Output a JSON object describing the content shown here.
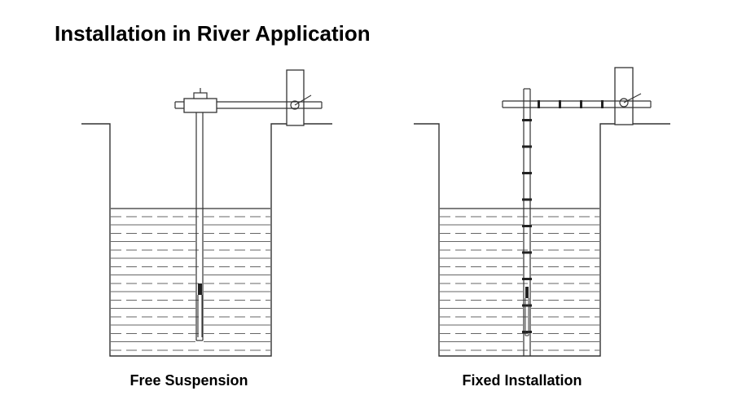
{
  "title": "Installation in River Application",
  "diagrams": [
    {
      "caption": "Free Suspension"
    },
    {
      "caption": "Fixed Installation"
    }
  ],
  "colors": {
    "line": "#333333",
    "water_line": "#666666",
    "sensor": "#222222"
  }
}
